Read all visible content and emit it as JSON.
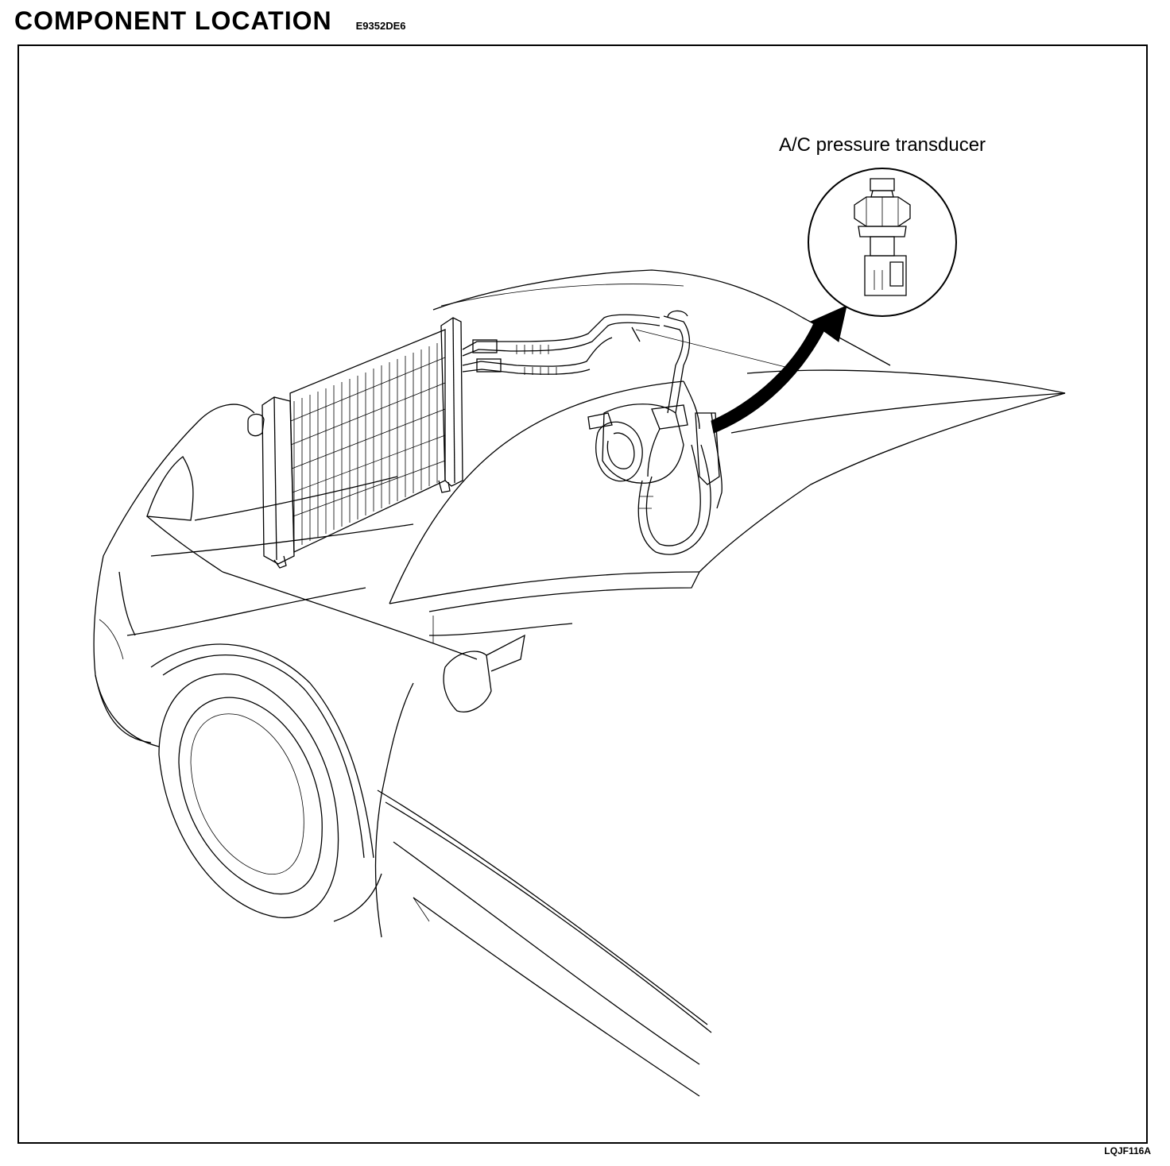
{
  "header": {
    "title": "COMPONENT LOCATION",
    "doc_code": "E9352DE6"
  },
  "diagram": {
    "callout_label": "A/C pressure transducer",
    "figure_code": "LQJF116A"
  }
}
